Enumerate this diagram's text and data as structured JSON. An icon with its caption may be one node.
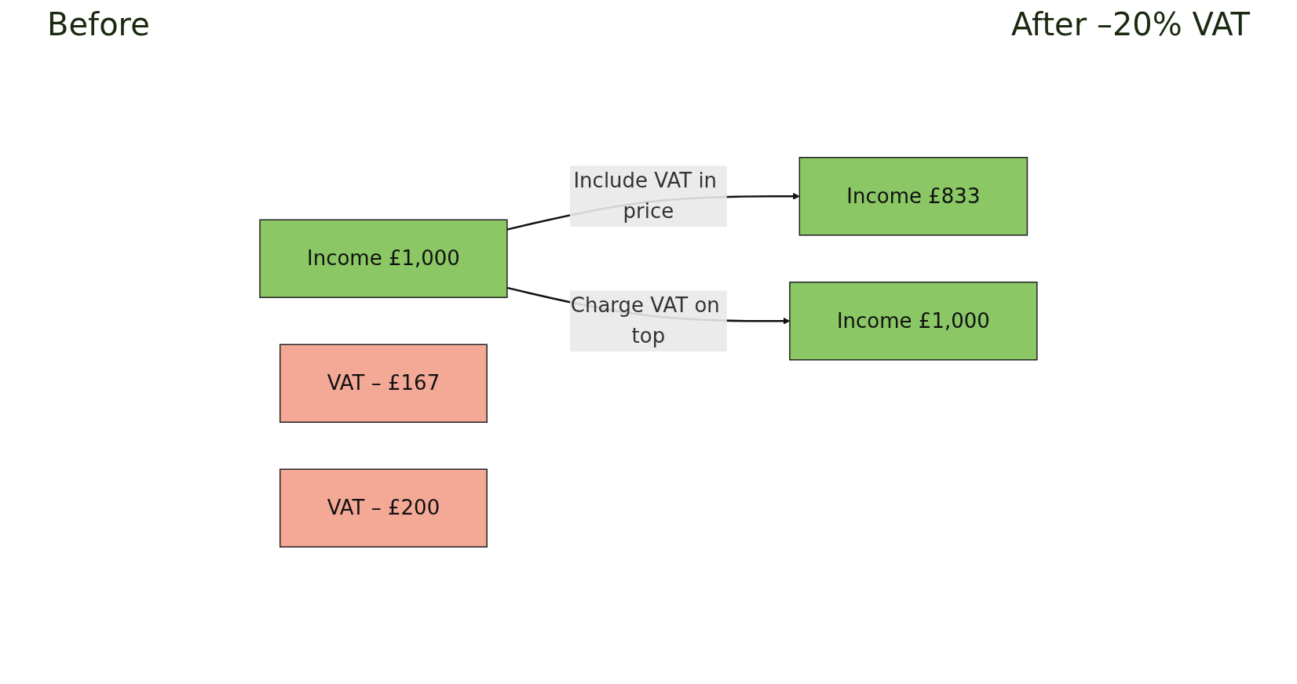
{
  "diagram": {
    "nodes": [
      {
        "text": [
          "Income £1,000"
        ]
      },
      {
        "text": [
          "Income £833"
        ]
      },
      {
        "text": [
          "VAT – £167"
        ]
      },
      {
        "text": [
          "Income £1,000"
        ]
      },
      {
        "text": [
          "VAT – £200"
        ]
      }
    ],
    "edges": [
      {
        "from": 0,
        "to": 1,
        "arrow": "to",
        "label": "Include VAT in price"
      },
      {
        "from": 0,
        "to": 3,
        "arrow": "to",
        "label": "Charge VAT on top"
      }
    ],
    "labels": [
      "Before",
      "After –20% VAT"
    ]
  }
}
